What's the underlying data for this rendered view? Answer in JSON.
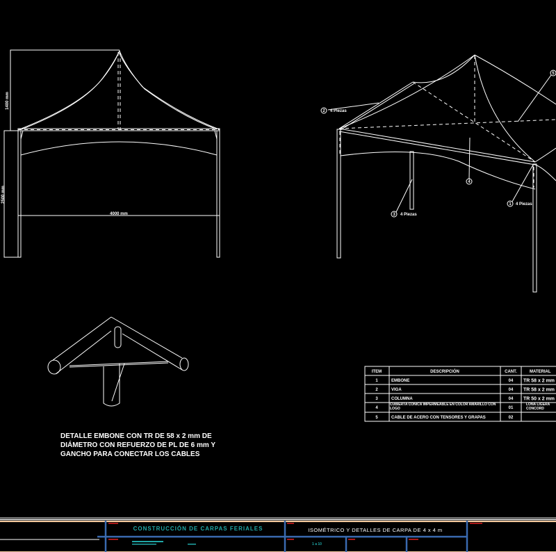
{
  "front_view": {
    "roof_height_label": "1400 mm",
    "column_height_label": "2500 mm",
    "width_label": "4000 mm"
  },
  "isometric": {
    "callouts": [
      {
        "number": "2",
        "text": "4 Piezas"
      },
      {
        "number": "3",
        "text": "4 Piezas"
      },
      {
        "number": "1",
        "text": "4 Piezas"
      },
      {
        "number": "4",
        "text": ""
      },
      {
        "number": "5",
        "text": ""
      }
    ]
  },
  "detail": {
    "caption_lines": [
      "DETALLE EMBONE CON TR DE 58 x 2 mm DE",
      "DIÁMETRO CON REFUERZO DE PL DE 6 mm Y",
      "GANCHO PARA CONECTAR LOS CABLES"
    ]
  },
  "parts_table": {
    "headers": [
      "ITEM",
      "DESCRIPCIÓN",
      "CANT.",
      "MATERIAL"
    ],
    "rows": [
      {
        "item": "1",
        "description": "EMBONE",
        "qty": "04",
        "material": "TR 58 x 2 mm"
      },
      {
        "item": "2",
        "description": "VIGA",
        "qty": "04",
        "material": "TR 58 x 2 mm"
      },
      {
        "item": "3",
        "description": "COLUMNA",
        "qty": "04",
        "material": "TR 50 x 2 mm"
      },
      {
        "item": "4",
        "description": "CUBIERTA CONICA IMPERMEABLE EN COLOR AMARILLO CON LOGO",
        "qty": "01",
        "material": "LONA LIGERA CONCORD"
      },
      {
        "item": "5",
        "description": "CABLE DE ACERO CON TENSORES Y GRAPAS",
        "qty": "02",
        "material": ""
      }
    ]
  },
  "title_block": {
    "project": "CONSTRUCCIÓN DE CARPAS FERIALES",
    "drawing_title": "ISOMÉTRICO Y DETALLES DE CARPA DE 4 x 4 m",
    "scale": "1 a 10",
    "colors": {
      "band": "#f2c79a",
      "lines": "#3a6ab0",
      "labels": "#e02020",
      "teal_text": "#20a8a8"
    }
  }
}
